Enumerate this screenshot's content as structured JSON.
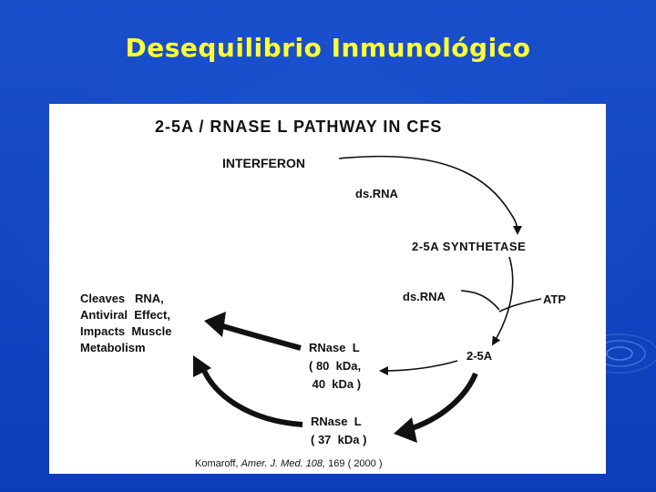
{
  "slide": {
    "title": "Desequilibrio Inmunológico"
  },
  "diagram": {
    "title": "2-5A / RNASE  L  PATHWAY  IN  CFS",
    "interferon": "INTERFERON",
    "dsrna_top": "ds.RNA",
    "synthetase": "2-5A   SYNTHETASE",
    "dsrna_mid": "ds.RNA",
    "atp": "ATP",
    "two_five_a": "2-5A",
    "effect": "Cleaves   RNA,\nAntiviral  Effect,\nImpacts  Muscle\nMetabolism",
    "rnase_l_80": "RNase  L\n( 80  kDa,\n 40  kDa )",
    "rnase_l_37": "RNase  L\n( 37  kDa )",
    "citation": {
      "author": "Komaroff,",
      "journal": "Amer.  J.  Med.",
      "volume": "108,",
      "pages": "169",
      "year": "( 2000 )"
    }
  },
  "colors": {
    "background": "#0b3db8",
    "title": "#ffff33",
    "panel": "#ffffff",
    "ink": "#111111"
  }
}
